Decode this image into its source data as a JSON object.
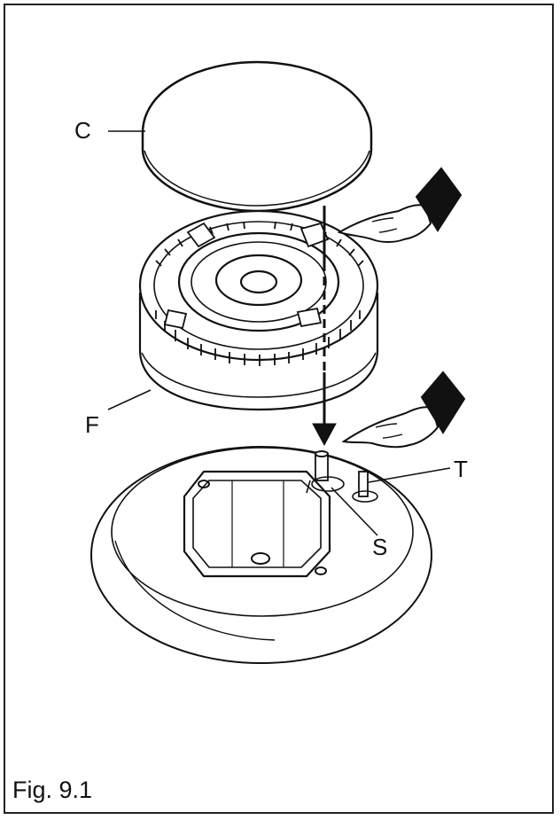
{
  "figure": {
    "caption": "Fig. 9.1"
  },
  "labels": {
    "c": "C",
    "f": "F",
    "t": "T",
    "s": "S"
  },
  "colors": {
    "line": "#111111",
    "background": "#ffffff",
    "frame": "#222222"
  }
}
